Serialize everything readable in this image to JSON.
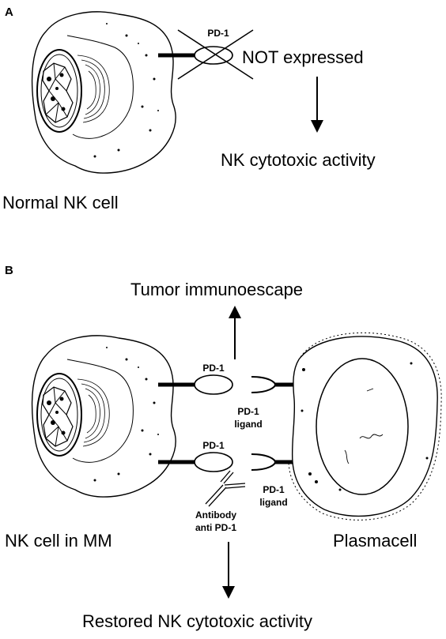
{
  "panel_a": {
    "letter": "A",
    "receptor": "PD-1",
    "not_expressed": "NOT expressed",
    "result": "NK cytotoxic activity",
    "cell_caption": "Normal NK cell"
  },
  "panel_b": {
    "letter": "B",
    "top_result": "Tumor immunoescape",
    "receptor_top": "PD-1",
    "ligand_top_line1": "PD-1",
    "ligand_top_line2": "ligand",
    "receptor_bottom": "PD-1",
    "ligand_bottom_line1": "PD-1",
    "ligand_bottom_line2": "ligand",
    "antibody_line1": "Antibody",
    "antibody_line2": "anti PD-1",
    "nk_caption": "NK cell in MM",
    "plasma_caption": "Plasmacell",
    "bottom_result": "Restored NK cytotoxic activity"
  },
  "colors": {
    "ink": "#000000",
    "background": "#ffffff"
  }
}
